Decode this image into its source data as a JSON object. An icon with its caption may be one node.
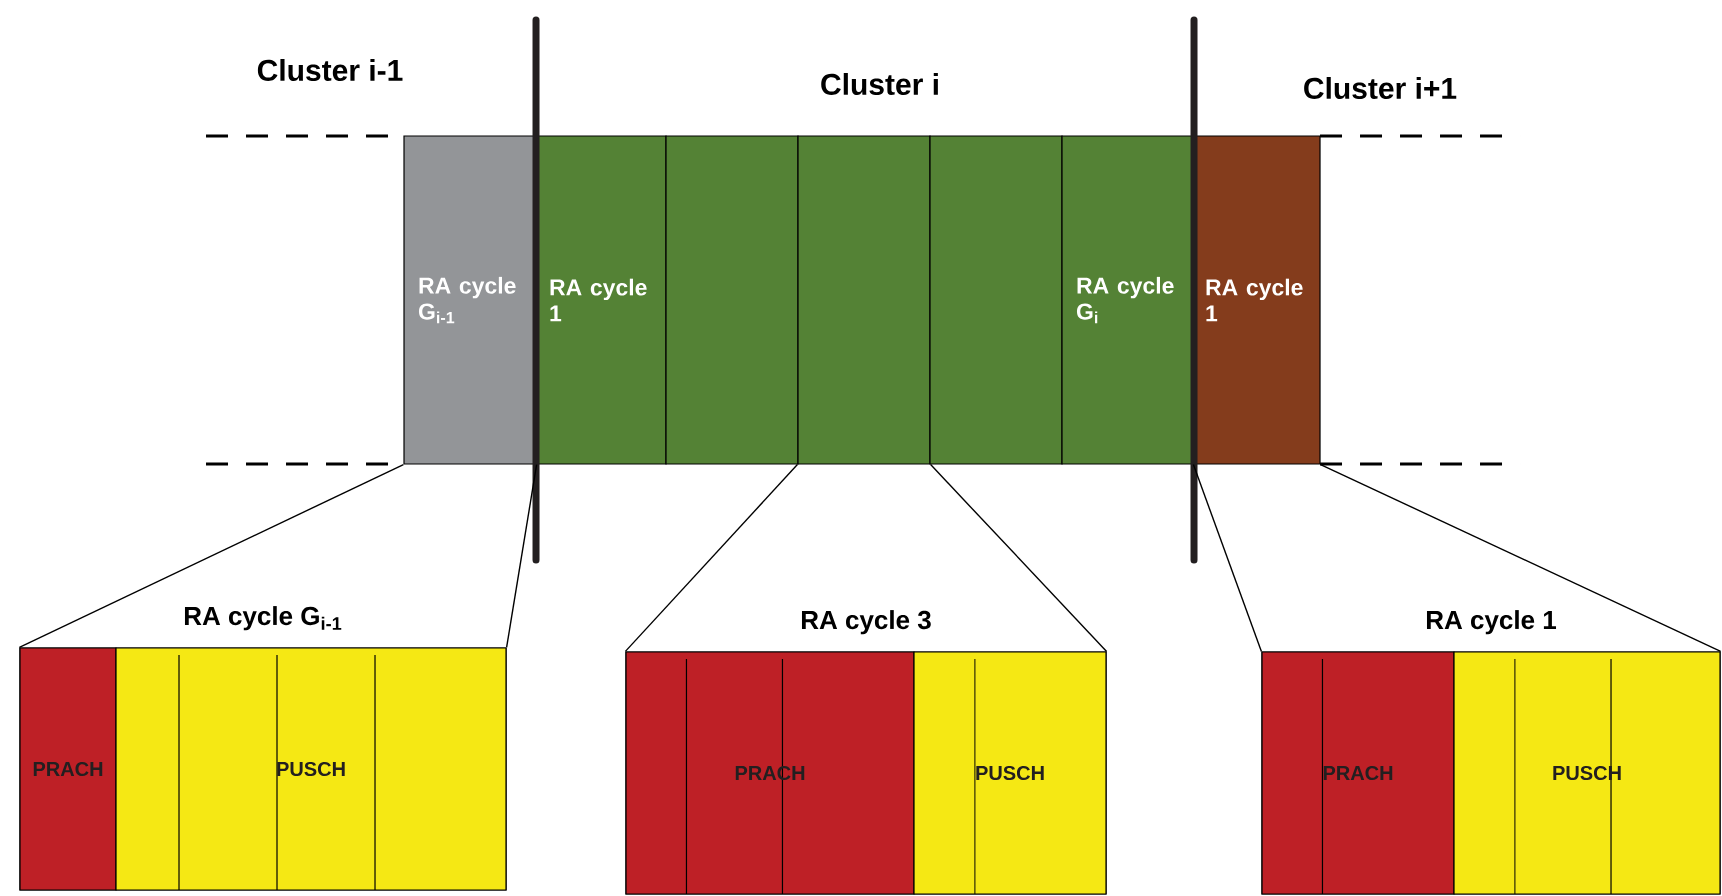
{
  "diagram": {
    "nodes": [
      {
        "text": [
          "RA cycle G$_{i-1}$"
        ]
      },
      {
        "text": [
          "RA cycle 1"
        ]
      },
      {
        "text": [],
        "shape": "box"
      },
      {
        "text": [],
        "shape": "box"
      },
      {
        "text": [],
        "shape": "box"
      },
      {
        "text": [
          "RA cycle G$_{i}$"
        ]
      },
      {
        "text": [
          "RA cycle 1"
        ]
      },
      {
        "text": [
          "RA cycle G$_{i-1}$"
        ]
      },
      {
        "text": [
          "PRACH"
        ],
        "in": 7
      },
      {
        "text": [
          "PUSCH"
        ],
        "in": 7
      },
      {
        "text": [
          "RA cycle 3"
        ]
      },
      {
        "text": [
          "PRACH"
        ],
        "in": 10
      },
      {
        "text": [
          "PUSCH"
        ],
        "in": 10
      },
      {
        "text": [
          "RA cycle 1"
        ]
      },
      {
        "text": [
          "PRACH"
        ],
        "in": 13
      },
      {
        "text": [
          "PUSCH"
        ],
        "in": 13
      }
    ],
    "edges": [
      {
        "from": 0,
        "to": 7,
        "arrow": "none"
      },
      {
        "from": 0,
        "to": 7,
        "arrow": "none"
      },
      {
        "from": 3,
        "to": 10,
        "arrow": "none"
      },
      {
        "from": 3,
        "to": 10,
        "arrow": "none"
      },
      {
        "from": 6,
        "to": 13,
        "arrow": "none"
      },
      {
        "from": 6,
        "to": 13,
        "arrow": "none"
      }
    ],
    "labels": [
      "Cluster i-1",
      "Cluster i",
      "Cluster i+1"
    ]
  }
}
